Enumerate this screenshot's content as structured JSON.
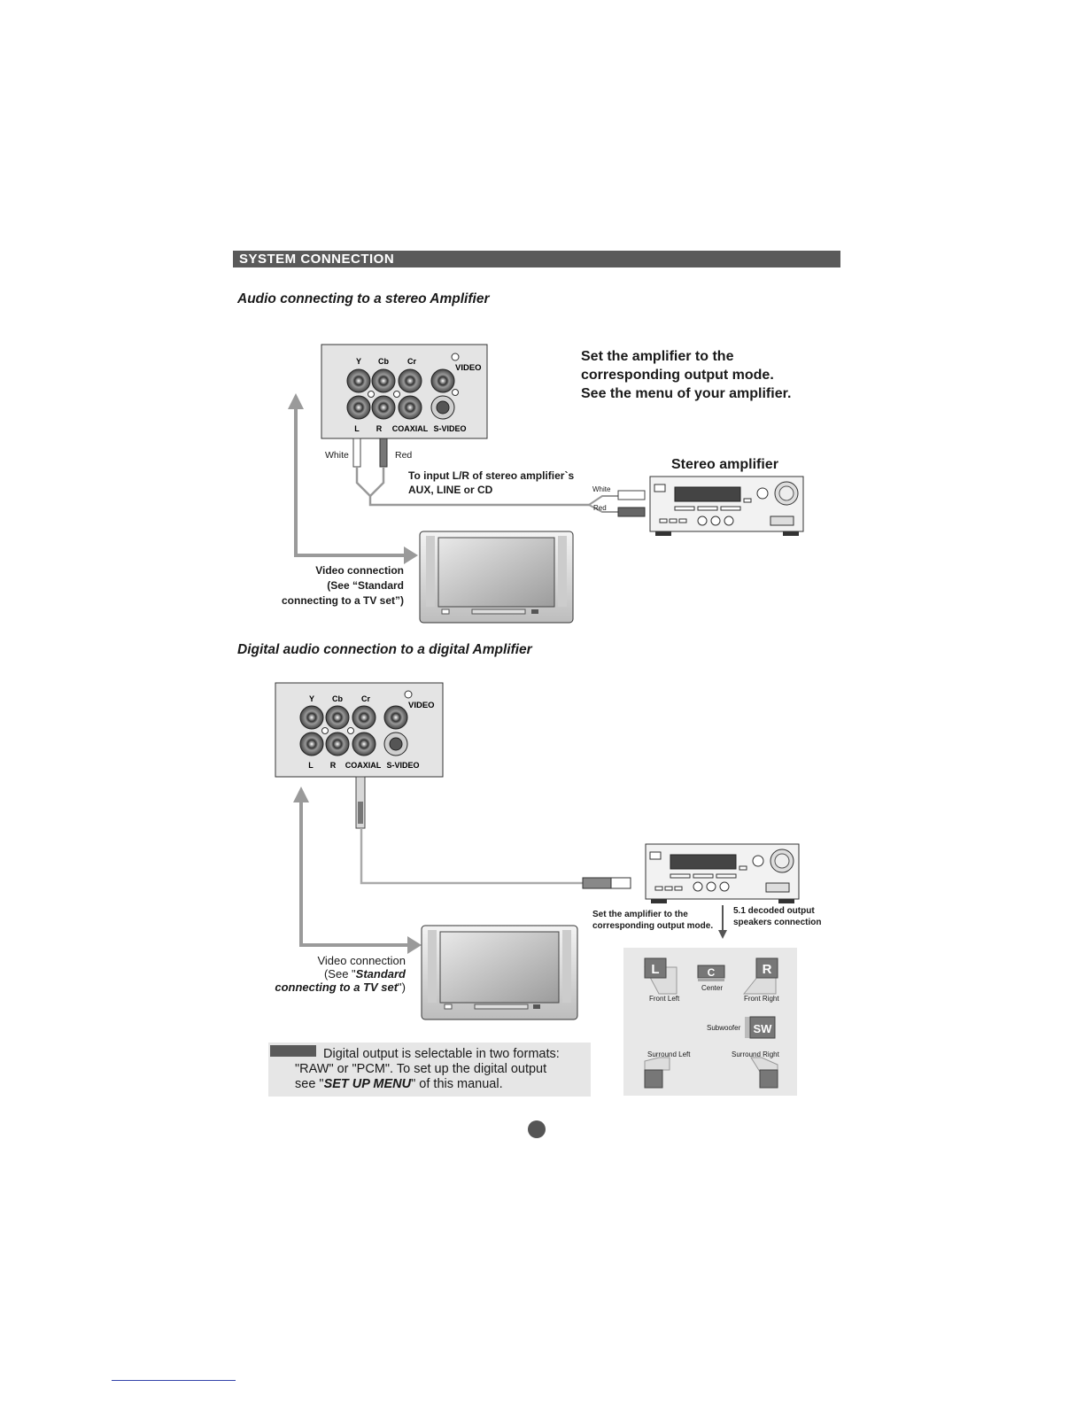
{
  "header": {
    "title": "SYSTEM CONNECTION"
  },
  "section1": {
    "title": "Audio connecting to a stereo Amplifier",
    "instructions": [
      "Set the amplifier to the",
      "corresponding output mode.",
      "See the menu of your amplifier."
    ],
    "amplifier_label": "Stereo amplifier",
    "cable_note": [
      "To input L/R of stereo amplifier`s",
      "AUX, LINE or CD"
    ],
    "white_label": "White",
    "red_label": "Red",
    "amp_white": "White",
    "amp_red": "Red",
    "video_connection": [
      "Video connection",
      "(See “Standard",
      "connecting to a TV set”)"
    ]
  },
  "panel": {
    "top_labels": [
      "Y",
      "Cb",
      "Cr"
    ],
    "video": "VIDEO",
    "bottom_labels": [
      "L",
      "R",
      "COAXIAL",
      "S-VIDEO"
    ]
  },
  "section2": {
    "title": "Digital audio connection to a digital Amplifier",
    "amp_note": [
      "Set the amplifier to the",
      "corresponding output mode."
    ],
    "decoded_note": [
      "5.1 decoded output",
      "speakers connection"
    ],
    "video_connection": [
      "Video connection",
      "(See \"",
      "Standard",
      "connecting to a TV set",
      "\")"
    ]
  },
  "speakers": {
    "front_left": {
      "letter": "L",
      "label": "Front Left"
    },
    "center": {
      "letter": "C",
      "label": "Center"
    },
    "front_right": {
      "letter": "R",
      "label": "Front Right"
    },
    "subwoofer": {
      "letter": "SW",
      "label": "Subwoofer"
    },
    "surround_left": "Surround Left",
    "surround_right": "Surround Right"
  },
  "note": {
    "line1": "Digital output is selectable in two formats:",
    "line2": "\"RAW\" or \"PCM\". To set up the digital output",
    "line3_pre": "see \"",
    "line3_em": "SET UP MENU",
    "line3_post": "\" of this manual."
  },
  "colors": {
    "header_bar": "#5a5a5a",
    "arrow": "#9a9a9a",
    "panel_bg": "#e6e6e6"
  }
}
